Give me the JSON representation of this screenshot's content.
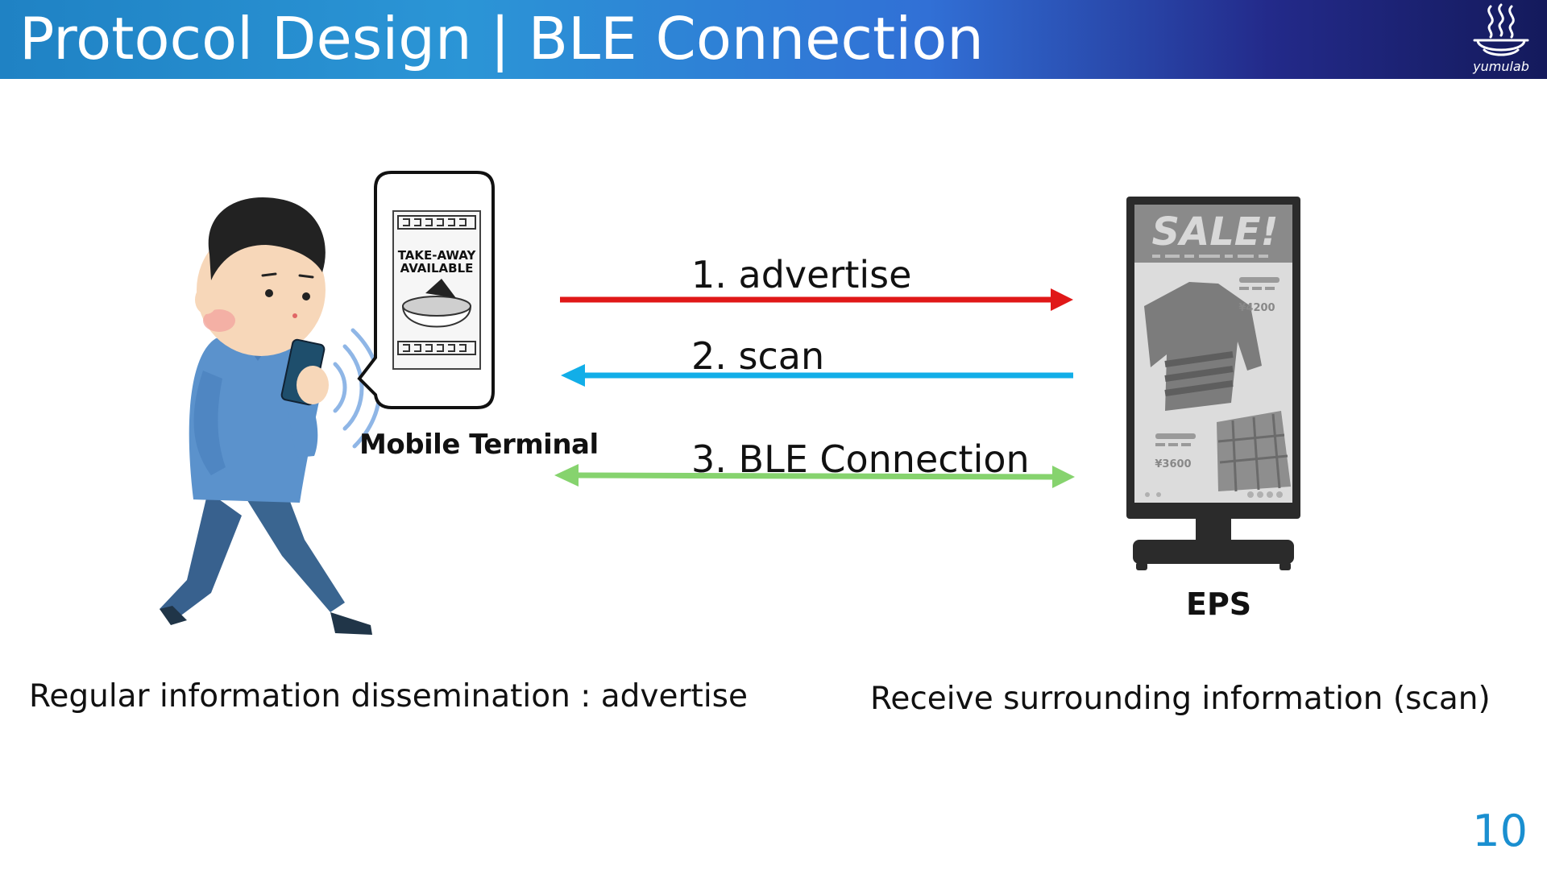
{
  "header": {
    "title": "Protocol Design | BLE Connection",
    "logo_text": "yumulab"
  },
  "diagram": {
    "arrows": [
      {
        "label": "1. advertise",
        "direction": "right",
        "color": "#e01818"
      },
      {
        "label": "2. scan",
        "direction": "left",
        "color": "#12aee8"
      },
      {
        "label": "3. BLE Connection",
        "direction": "both",
        "color": "#86d36e"
      }
    ],
    "mobile_label": "Mobile Terminal",
    "eps_label": "EPS",
    "phone_screen": {
      "text_line1": "TAKE-AWAY",
      "text_line2": "AVAILABLE"
    },
    "eps_screen": {
      "headline": "SALE!",
      "price_1": "¥4200",
      "price_2": "¥3600"
    }
  },
  "captions": {
    "left": "Regular information dissemination  : advertise",
    "right": "Receive surrounding information  (scan)"
  },
  "page_number": "10",
  "colors": {
    "page_number": "#1a8fd0",
    "header_start": "#1f82c4",
    "header_end": "#141a5c"
  }
}
